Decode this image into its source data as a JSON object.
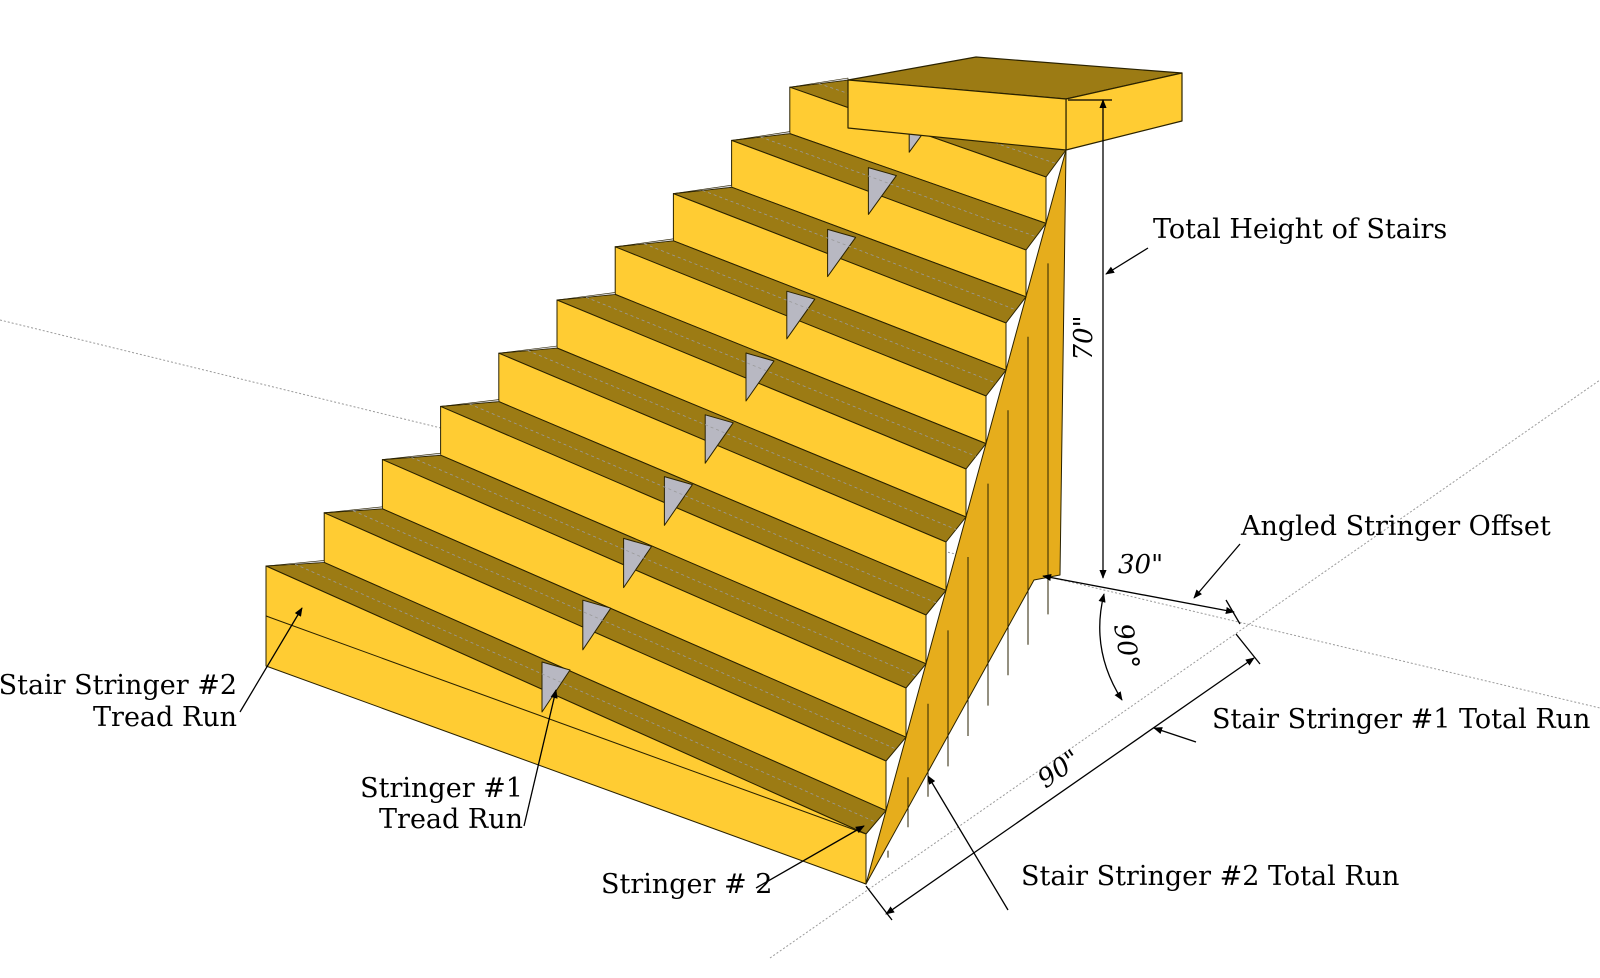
{
  "diagram": {
    "stairs": {
      "step_count": 10,
      "colors": {
        "tread": "#9c7b14",
        "riser": "#ffcc33",
        "side": "#e6ad1c",
        "stringer": "#b8b8c2",
        "sky_gap": "#d7d7dc",
        "edge": "#2a2200",
        "guide": "#9a9a9a"
      }
    },
    "dimensions": {
      "height": "70\"",
      "offset": "30\"",
      "angle": "90°",
      "run": "90\""
    },
    "labels": {
      "total_height": "Total Height of Stairs",
      "angled_offset": "Angled Stringer Offset",
      "stringer1_total_run": "Stair Stringer #1 Total Run",
      "stringer2_total_run": "Stair Stringer #2 Total Run",
      "stringer2_tread_run_line1": "Stair Stringer #2",
      "stringer2_tread_run_line2": "Tread Run",
      "stringer1_tread_run_line1": "Stringer #1",
      "stringer1_tread_run_line2": "Tread Run",
      "stringer2": "Stringer # 2"
    }
  }
}
